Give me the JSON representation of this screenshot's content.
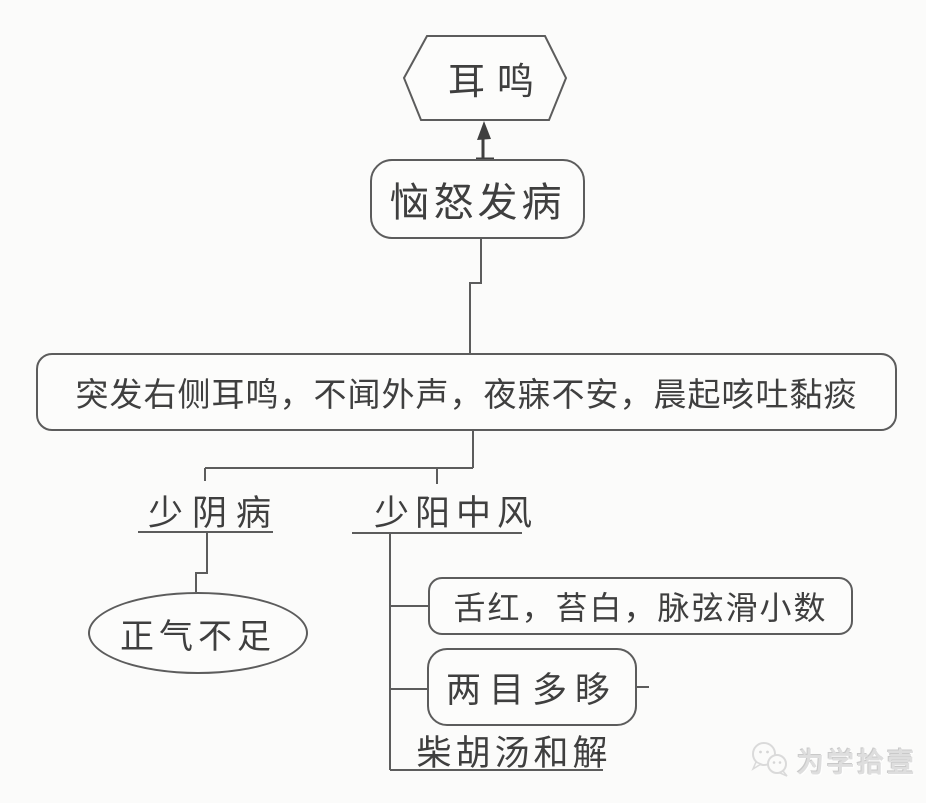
{
  "diagram": {
    "nodes": {
      "tinnitus": "耳鸣",
      "onset": "恼怒发病",
      "symptoms": "突发右侧耳鸣，不闻外声，夜寐不安，晨起咳吐黏痰",
      "branch_left": "少阴病",
      "branch_right": "少阳中风",
      "left_conclusion": "正气不足",
      "finding_tongue_pulse": "舌红，苔白，脉弦滑小数",
      "finding_eyes": "两目多眵",
      "treatment": "柴胡汤和解"
    },
    "watermark": {
      "text": "为学拾壹",
      "icon": "chat-bubbles-icon"
    },
    "colors": {
      "line": "#5c5c5c",
      "text": "#3f3f3f",
      "watermark": "#dedede",
      "background": "#fbfbfa"
    }
  }
}
